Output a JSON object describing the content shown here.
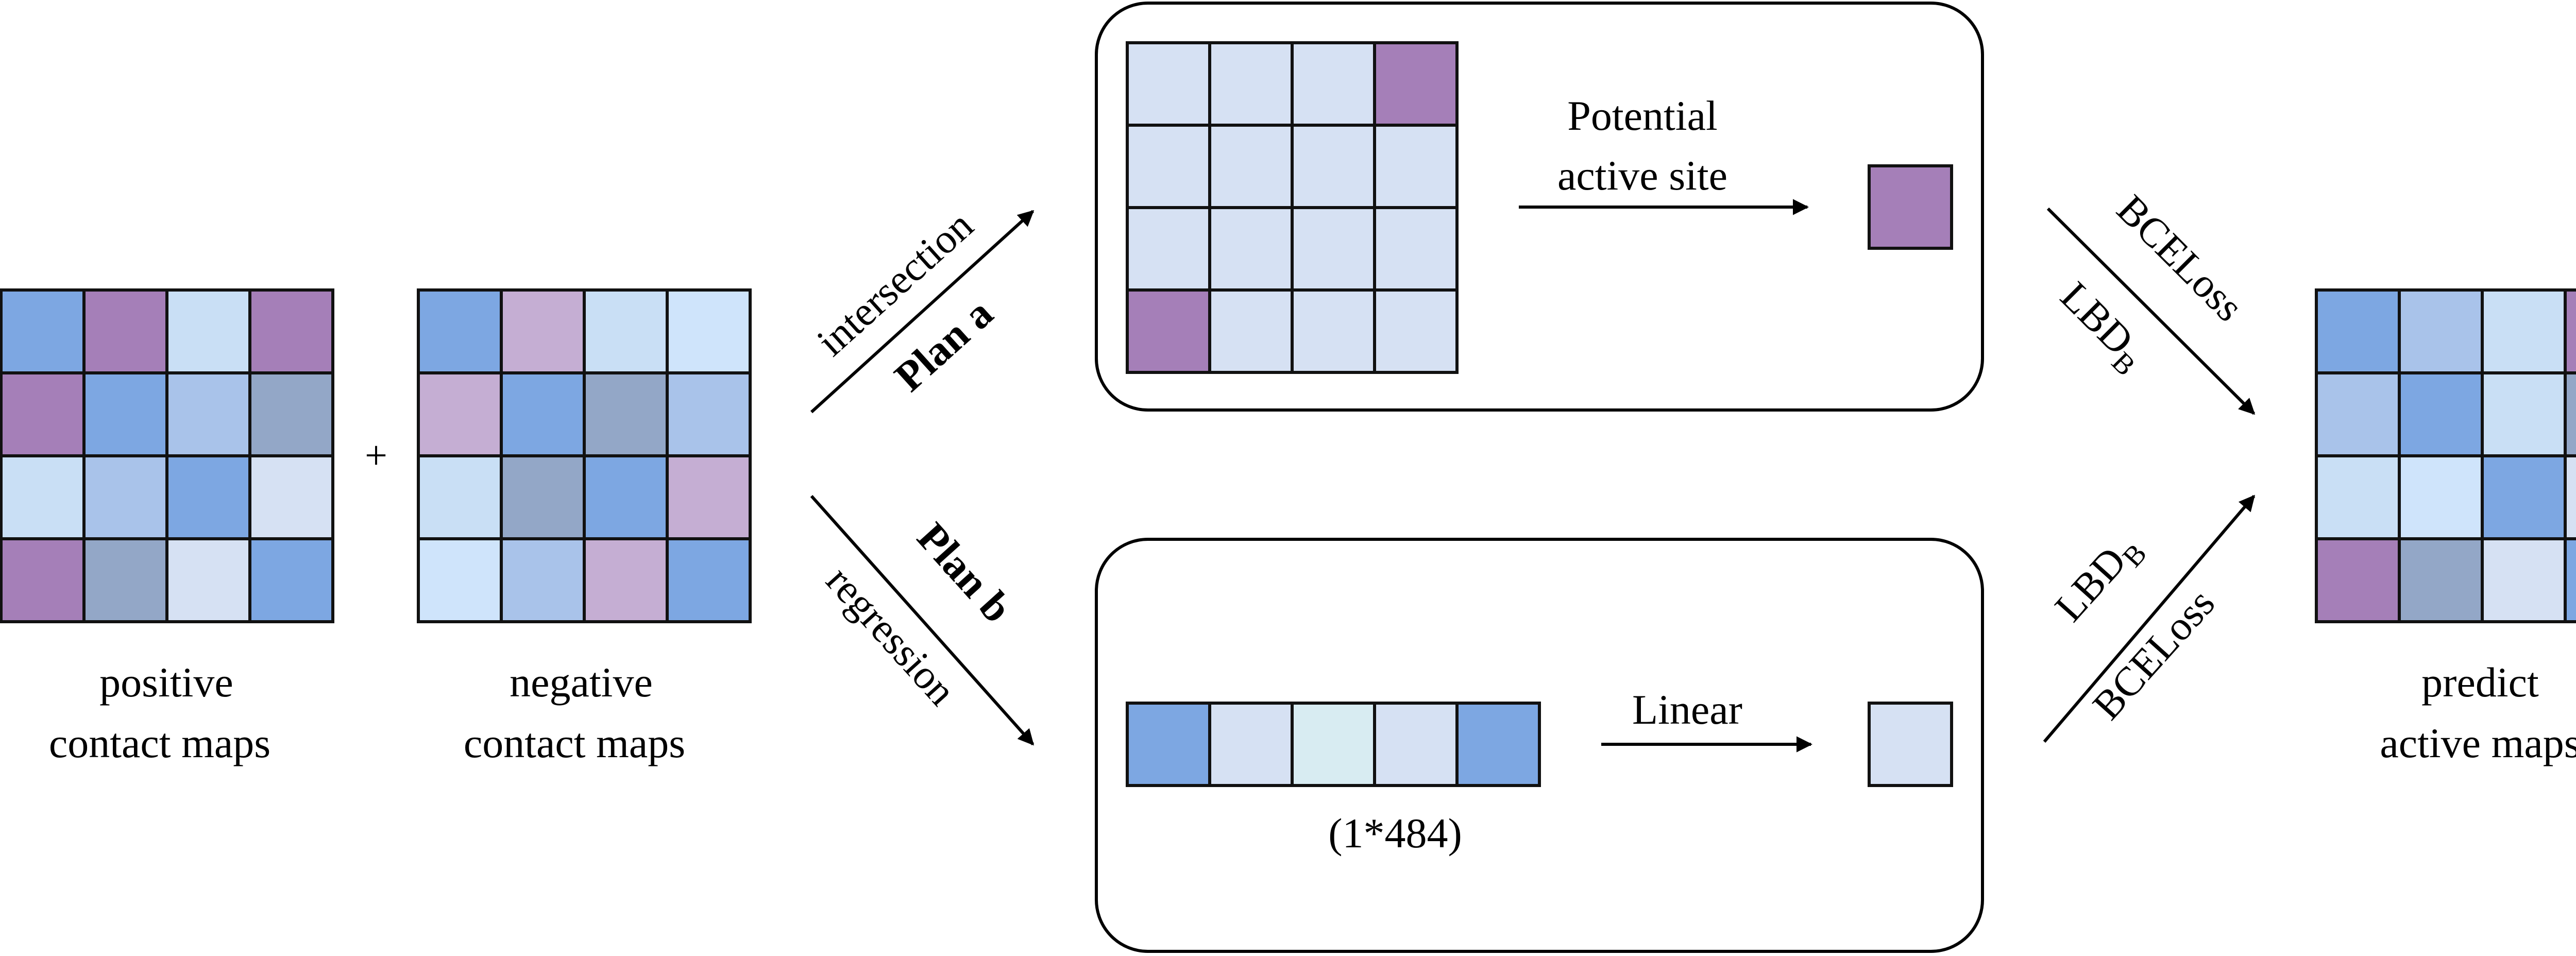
{
  "colors": {
    "blue": "#7da7e2",
    "purple": "#a57fb8",
    "light_blue": "#c9dff5",
    "pale_blue": "#d6e1f3",
    "mid_blue": "#a9c3ea",
    "slate": "#93a7c7",
    "mauve": "#c5aed3",
    "sky": "#cfe4fb",
    "aqua": "#d8ecf2",
    "border": "#111111"
  },
  "matrices": {
    "positive": [
      [
        "blue",
        "purple",
        "light_blue",
        "purple"
      ],
      [
        "purple",
        "blue",
        "mid_blue",
        "slate"
      ],
      [
        "light_blue",
        "mid_blue",
        "blue",
        "pale_blue"
      ],
      [
        "purple",
        "slate",
        "pale_blue",
        "blue"
      ]
    ],
    "negative": [
      [
        "blue",
        "mauve",
        "light_blue",
        "sky"
      ],
      [
        "mauve",
        "blue",
        "slate",
        "mid_blue"
      ],
      [
        "light_blue",
        "slate",
        "blue",
        "mauve"
      ],
      [
        "sky",
        "mid_blue",
        "mauve",
        "blue"
      ]
    ],
    "plan_a": [
      [
        "pale_blue",
        "pale_blue",
        "pale_blue",
        "purple"
      ],
      [
        "pale_blue",
        "pale_blue",
        "pale_blue",
        "pale_blue"
      ],
      [
        "pale_blue",
        "pale_blue",
        "pale_blue",
        "pale_blue"
      ],
      [
        "purple",
        "pale_blue",
        "pale_blue",
        "pale_blue"
      ]
    ],
    "predict": [
      [
        "blue",
        "mid_blue",
        "light_blue",
        "purple"
      ],
      [
        "mid_blue",
        "blue",
        "light_blue",
        "slate"
      ],
      [
        "light_blue",
        "sky",
        "blue",
        "pale_blue"
      ],
      [
        "purple",
        "slate",
        "pale_blue",
        "blue"
      ]
    ],
    "vector": [
      "blue",
      "pale_blue",
      "aqua",
      "pale_blue",
      "blue"
    ],
    "plan_a_output": "purple",
    "plan_b_output": "pale_blue"
  },
  "labels": {
    "positive_line1": "positive",
    "positive_line2": "contact maps",
    "plus": "+",
    "negative_line1": "negative",
    "negative_line2": "contact maps",
    "intersection": "intersection",
    "plan_a": "Plan a",
    "plan_b": "Plan b",
    "regression": "regression",
    "potential_line1": "Potential",
    "potential_line2": "active site",
    "linear": "Linear",
    "vector_size": "(1*484)",
    "bceloss_top": "BCELoss",
    "lbdb_top_main": "LBD",
    "lbdb_top_sub": "B",
    "lbdb_bottom_main": "LBD",
    "lbdb_bottom_sub": "B",
    "bceloss_bottom": "BCELoss",
    "predict_line1": "predict",
    "predict_line2": "active maps"
  }
}
